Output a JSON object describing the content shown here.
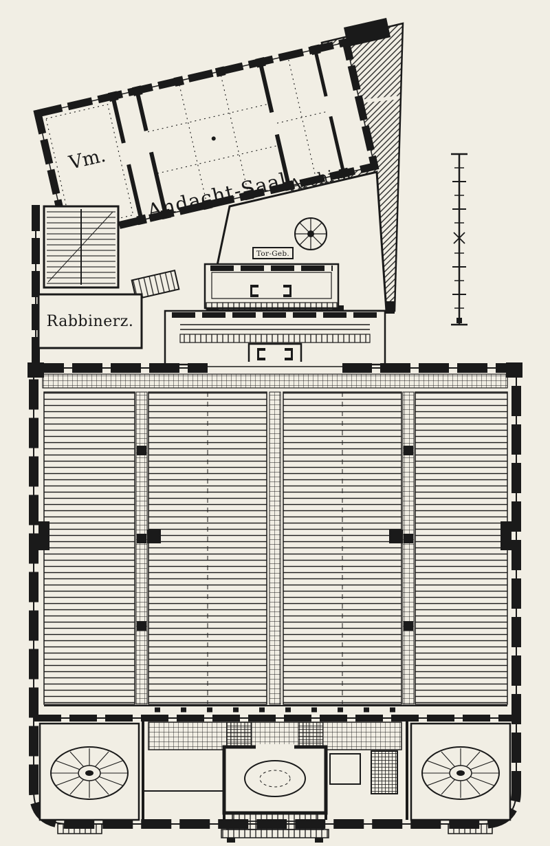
{
  "figure": {
    "kind": "architectural floor plan engraving",
    "subject": "Synagogue ground floor plan with prayer hall, archive and rabbi's room",
    "orientation": "main hall below, angled chapel wing above"
  },
  "colors": {
    "paper": "#f1eee4",
    "ink": "#1a1a1a"
  },
  "labels": {
    "vm": "Vm.",
    "andacht_saal": "Andacht-Saal",
    "archiv": "Archiv.",
    "rabbinerz": "Rabbinerz.",
    "tor_geb": "Tor-Geb."
  },
  "rooms": [
    "Vm.",
    "Andacht-Saal",
    "Archiv.",
    "Rabbinerz."
  ],
  "scale_bar": {
    "orientation": "vertical",
    "tick_count": 13,
    "has_center_cross": true
  }
}
